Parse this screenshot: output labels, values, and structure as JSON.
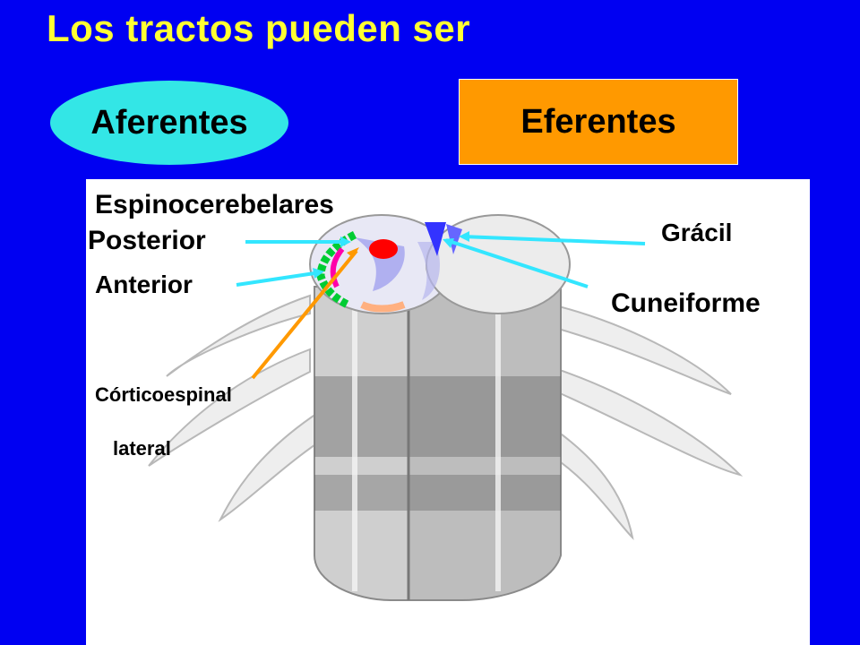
{
  "slide": {
    "title": "Los tractos pueden ser",
    "categories": {
      "afferent": "Aferentes",
      "efferent": "Eferentes"
    }
  },
  "diagram": {
    "labels": {
      "spinocerebellar": "Espinocerebelares",
      "posterior": "Posterior",
      "anterior": "Anterior",
      "gracile": "Grácil",
      "cuneate": "Cuneiforme",
      "corticospinal": "Córticoespinal",
      "lateral": "lateral"
    },
    "colors": {
      "background": "#0000f2",
      "title": "#ffff33",
      "afferent_fill": "#33e6e6",
      "efferent_fill": "#ff9900",
      "pointer_cyan": "#33e6ff",
      "pointer_orange": "#ff9900",
      "tract_red": "#ff0000",
      "tract_green": "#00cc33",
      "tract_blue": "#3333ff"
    }
  }
}
